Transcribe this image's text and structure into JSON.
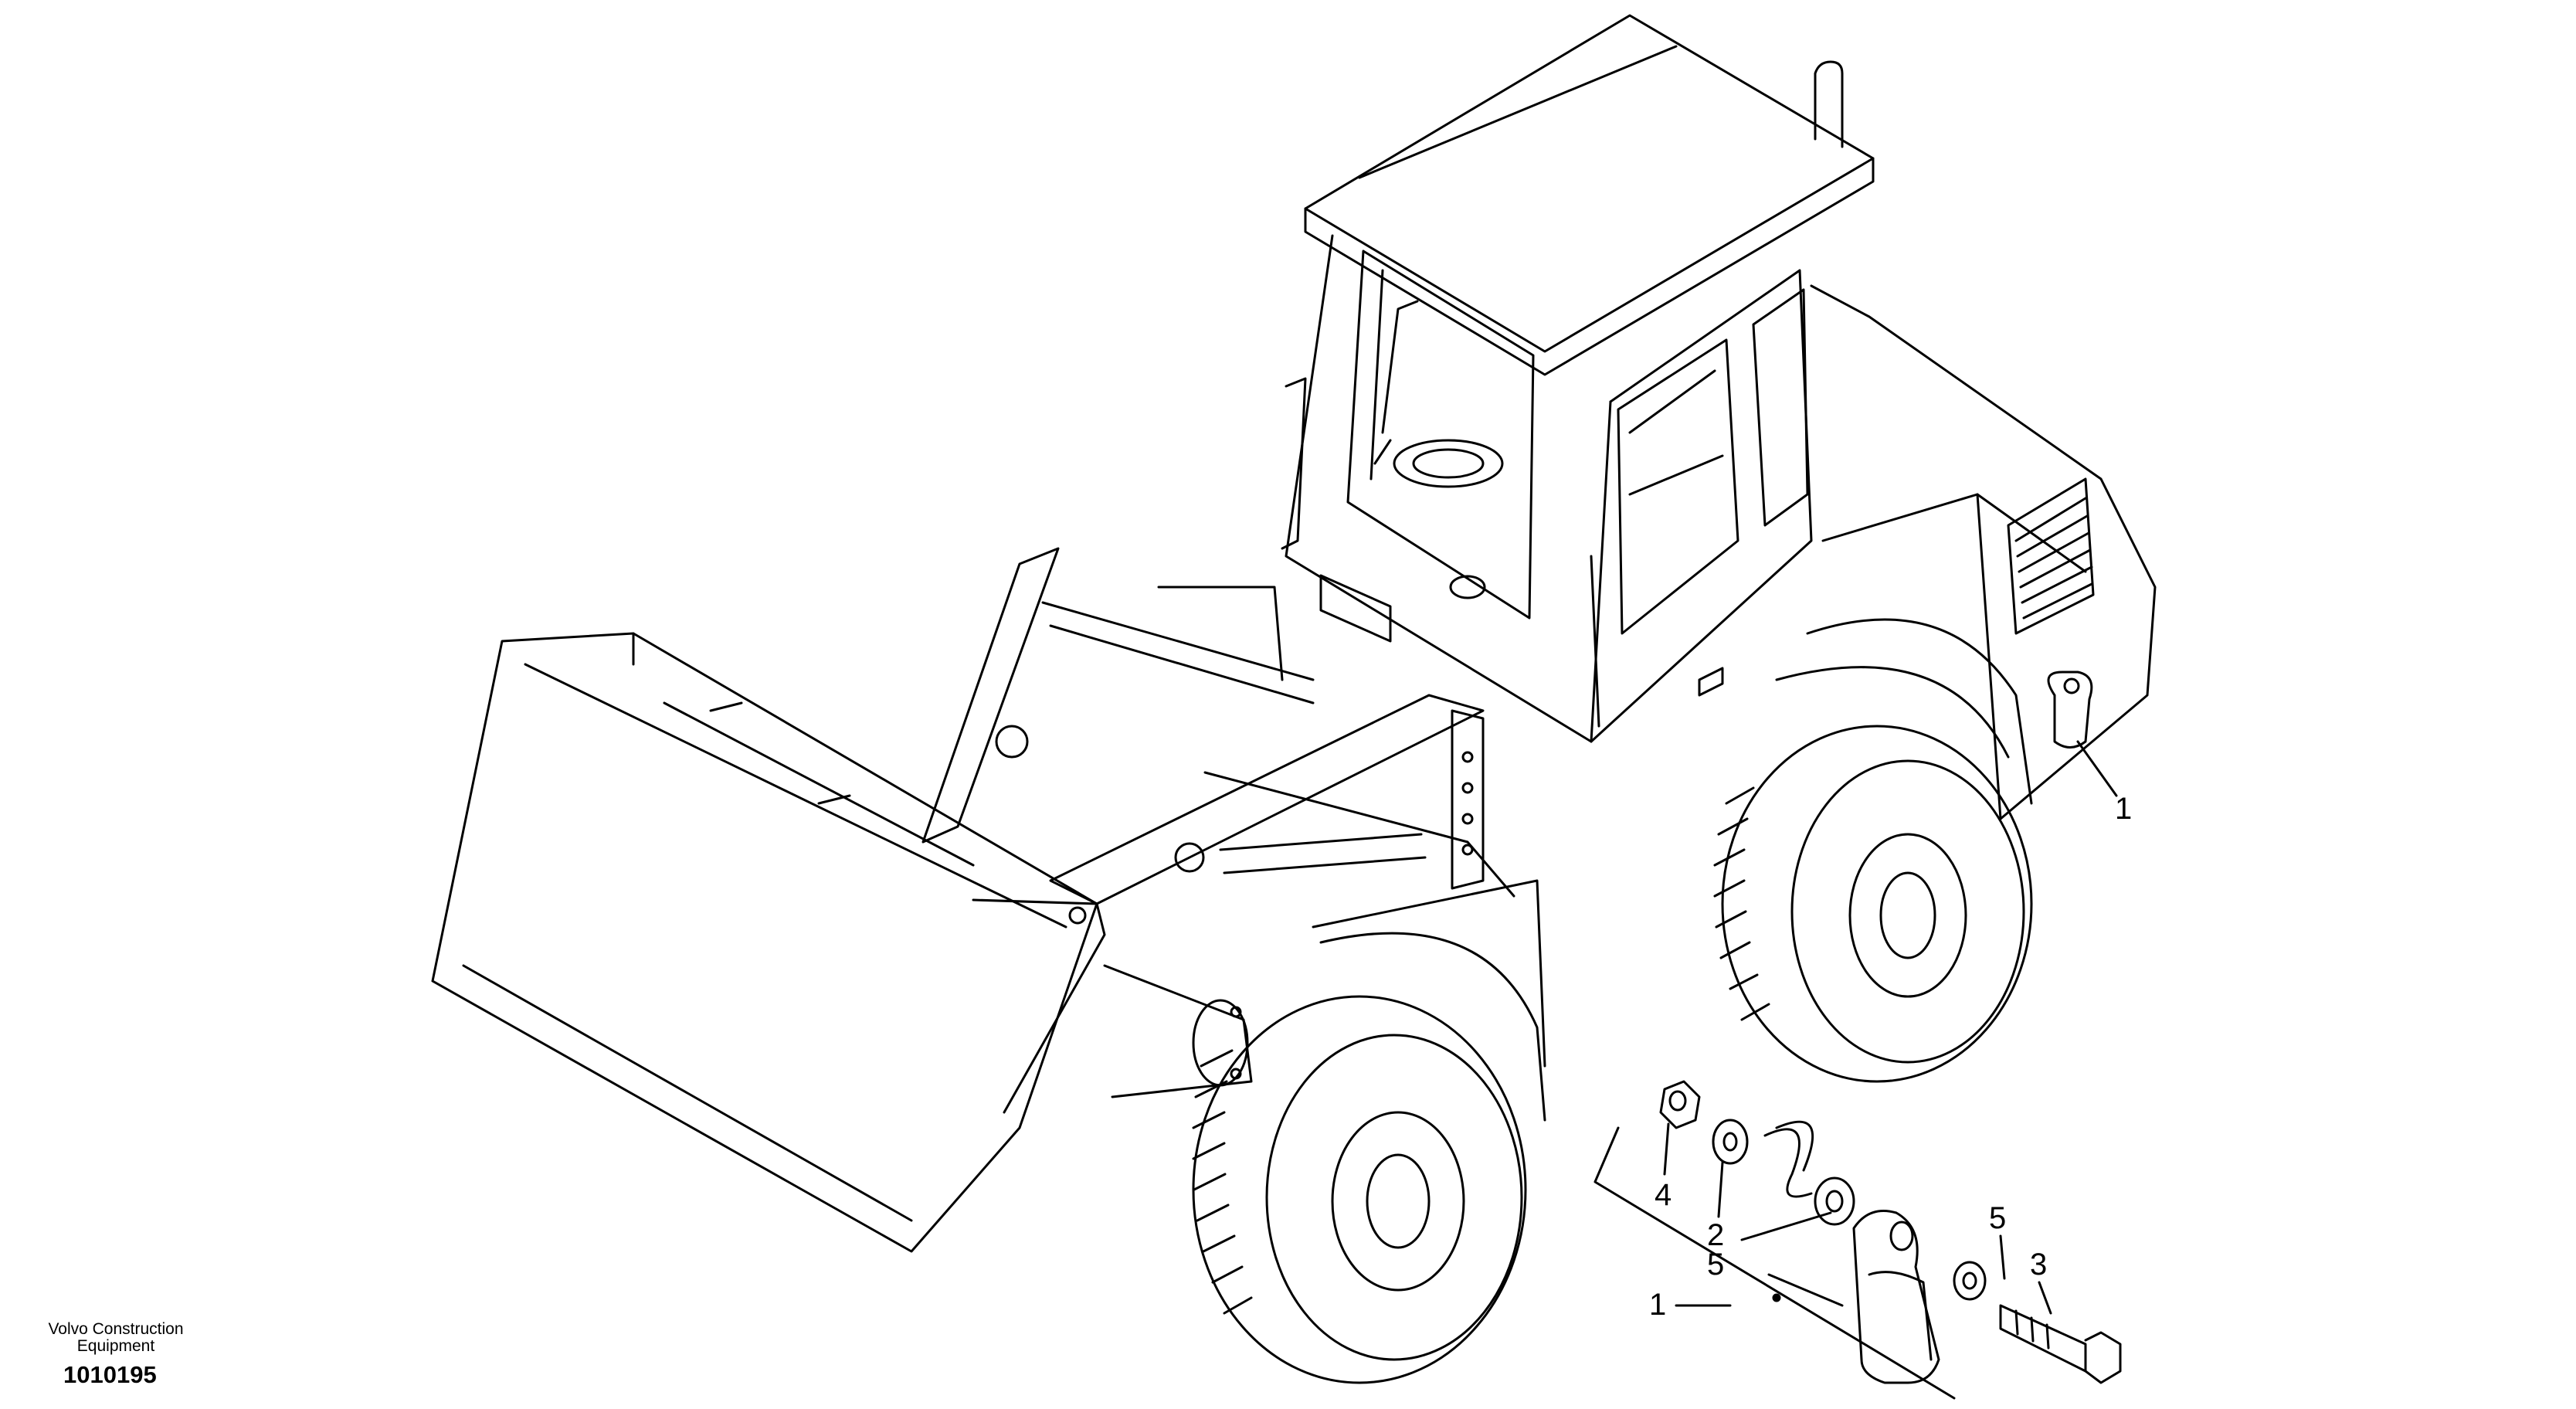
{
  "brand": {
    "line1": "Volvo Construction",
    "line2": "Equipment"
  },
  "document_number": "1010195",
  "callouts": {
    "tail_lamp": "1",
    "nut": "4",
    "washer_a": "2",
    "washer_b": "2",
    "bolt": "3",
    "washer_c": "5",
    "lamp_lead": "1",
    "lamp_lead_b": "5"
  },
  "colors": {
    "line": "#000000",
    "background": "#ffffff"
  }
}
